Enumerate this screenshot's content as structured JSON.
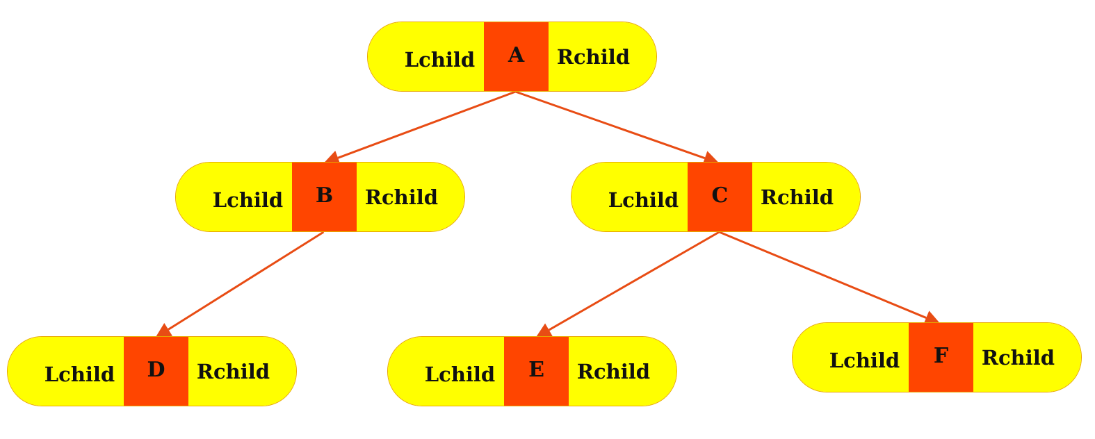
{
  "colors": {
    "pointer_field": "#ffff00",
    "data_field": "#ff4500",
    "edge": "#e84c14",
    "outline": "#e8a800"
  },
  "nodes": [
    {
      "id": "A",
      "data": "A",
      "lchild": "Lchild",
      "rchild": "Rchild"
    },
    {
      "id": "B",
      "data": "B",
      "lchild": "Lchild",
      "rchild": "Rchild"
    },
    {
      "id": "C",
      "data": "C",
      "lchild": "Lchild",
      "rchild": "Rchild"
    },
    {
      "id": "D",
      "data": "D",
      "lchild": "Lchild",
      "rchild": "Rchild"
    },
    {
      "id": "E",
      "data": "E",
      "lchild": "Lchild",
      "rchild": "Rchild"
    },
    {
      "id": "F",
      "data": "F",
      "lchild": "Lchild",
      "rchild": "Rchild"
    }
  ],
  "edges": [
    {
      "from": "A",
      "to": "B"
    },
    {
      "from": "A",
      "to": "C"
    },
    {
      "from": "B",
      "to": "D"
    },
    {
      "from": "C",
      "to": "E"
    },
    {
      "from": "C",
      "to": "F"
    }
  ]
}
